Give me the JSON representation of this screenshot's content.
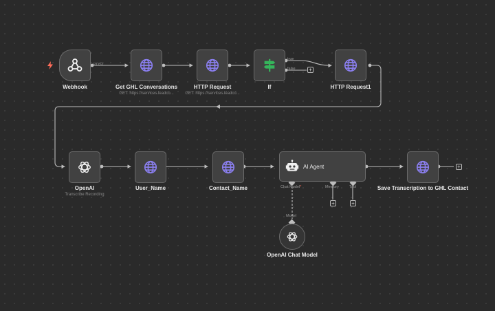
{
  "nodes": {
    "webhook": {
      "label": "Webhook"
    },
    "ghl_conversations": {
      "label": "Get GHL Conversations",
      "sub": "GET: https://services.leadco..."
    },
    "http_request": {
      "label": "HTTP Request",
      "sub": "GET: https://services.leadco..."
    },
    "if": {
      "label": "If"
    },
    "http_request1": {
      "label": "HTTP Request1"
    },
    "openai": {
      "label": "OpenAI",
      "sub": "Transcribe Recording"
    },
    "user_name": {
      "label": "User_Name"
    },
    "contact_name": {
      "label": "Contact_Name"
    },
    "ai_agent": {
      "label": "AI Agent"
    },
    "save_transcription": {
      "label": "Save Transcription to GHL Contact"
    },
    "openai_chat_model": {
      "label": "OpenAI Chat Model"
    }
  },
  "connection_labels": {
    "post": "POST",
    "true": "true",
    "false": "false",
    "chat_model": "Chat Model",
    "required_marker": "*",
    "memory": "Memory",
    "tool": "Tool",
    "model": "Model"
  },
  "icons": {
    "webhook": "webhook-icon",
    "http": "globe-icon",
    "if": "if-signpost-icon",
    "openai": "openai-icon",
    "agent": "robot-icon",
    "trigger": "lightning-icon",
    "add": "plus-icon"
  },
  "colors": {
    "background": "#2a2a2a",
    "node_fill": "#414141",
    "node_border": "#6b6b6b",
    "connector": "#bdbdbd",
    "globe": "#8b7ff0",
    "if_green": "#35b55b",
    "trigger_orange": "#ff6d5a"
  },
  "plus_symbol": "+"
}
